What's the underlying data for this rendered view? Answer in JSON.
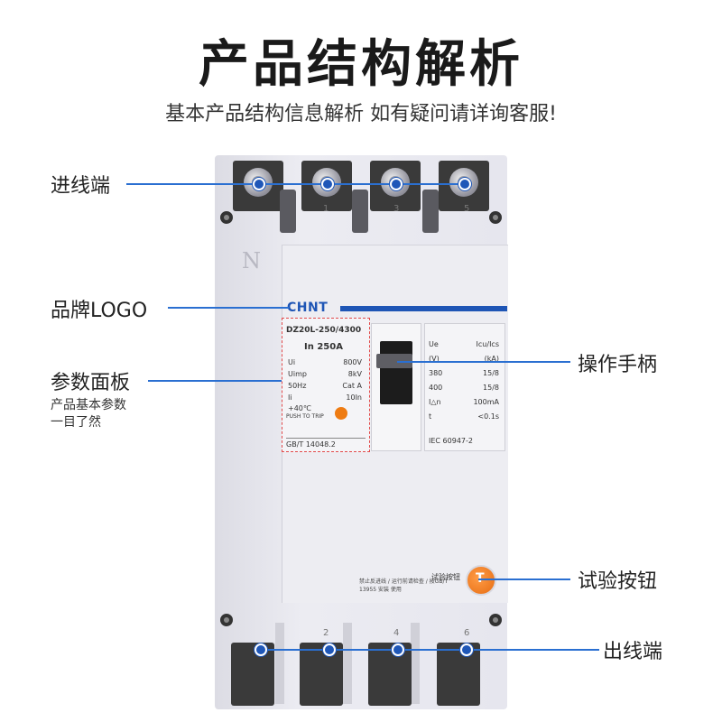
{
  "header": {
    "title": "产品结构解析",
    "subtitle": "基本产品结构信息解析 如有疑问请详询客服!"
  },
  "callouts": {
    "inlet": "进线端",
    "brand_logo": "品牌LOGO",
    "param_panel": "参数面板",
    "param_panel_note_1": "产品基本参数",
    "param_panel_note_2": "一目了然",
    "handle": "操作手柄",
    "test_button": "试验按钮",
    "outlet": "出线端"
  },
  "breaker": {
    "brand": "CHNT",
    "neutral_mark": "N",
    "pole_numbers_top": [
      "1",
      "3",
      "5"
    ],
    "pole_numbers_bottom": [
      "2",
      "4",
      "6"
    ],
    "nameplate": {
      "model": "DZ20L-250/4300",
      "rating": "In  250A",
      "rows": [
        {
          "k": "Ui",
          "v": "800V"
        },
        {
          "k": "Uimp",
          "v": "8kV"
        },
        {
          "k": "50Hz",
          "v": "Cat A"
        },
        {
          "k": "Ii",
          "v": "10In"
        },
        {
          "k": "+40℃",
          "v": ""
        }
      ],
      "push": "PUSH TO TRIP",
      "standard": "GB/T 14048.2"
    },
    "spec_table": {
      "rows": [
        {
          "k": "Ue",
          "v": "Icu/Ics"
        },
        {
          "k": "(V)",
          "v": "(kA)"
        },
        {
          "k": "380",
          "v": "15/8"
        },
        {
          "k": "400",
          "v": "15/8"
        },
        {
          "k": "I△n",
          "v": "100mA"
        },
        {
          "k": "t",
          "v": "<0.1s"
        }
      ],
      "standard": "IEC 60947-2"
    },
    "warning": "禁止反进线 / 运行前请检查 / 按GB/T 13955 安装 使用",
    "test_label": "试验按钮"
  },
  "colors": {
    "accent_line": "#2a6fd1",
    "brand": "#1e55b5",
    "test_button": "#e66c12",
    "panel_outline": "#e24a4a"
  }
}
